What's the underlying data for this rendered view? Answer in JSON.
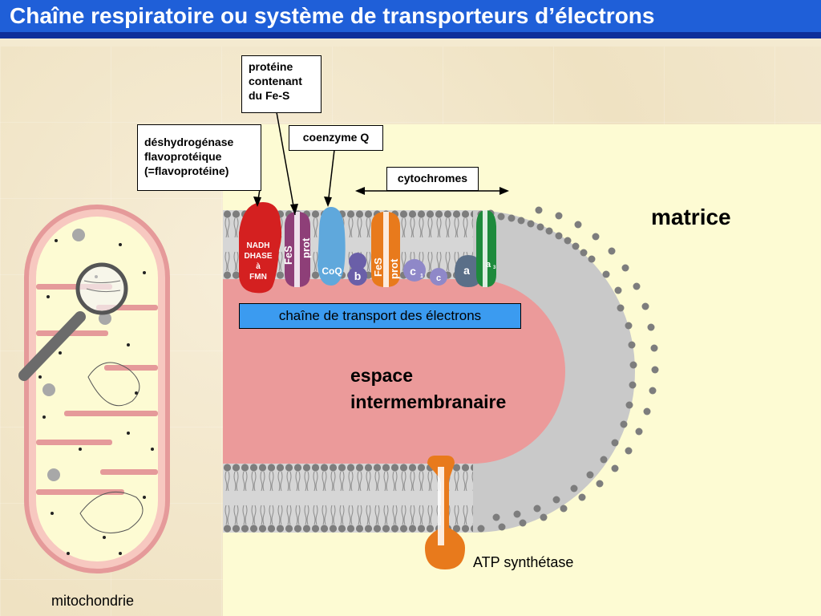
{
  "title": "Chaîne respiratoire ou système de transporteurs d’électrons",
  "labels": {
    "fes_protein": [
      "protéine",
      "contenant",
      "du Fe-S"
    ],
    "dehydrogenase": [
      "déshydrogénase",
      "flavoprotéique",
      "(=flavoprotéine)"
    ],
    "coenzyme": "coenzyme Q",
    "cytochromes": "cytochromes",
    "matrice": "matrice",
    "chain": "chaîne de transport des électrons",
    "espace": [
      "espace",
      "intermembranaire"
    ],
    "atp": "ATP synthétase",
    "mitochondrie": "mitochondrie"
  },
  "proteins": {
    "nadh": [
      "NADH",
      "DHASE",
      "à",
      "FMN"
    ],
    "fes": "FeS",
    "prot": "prot",
    "coq": "CoQ",
    "b": "b",
    "c1": "c",
    "c1_sub": "1",
    "c": "c",
    "a": "a",
    "a3": "a",
    "a3_sub": "3"
  },
  "colors": {
    "title_bg": "#1f5fd8",
    "matrix": "#fdfbd3",
    "intermembrane": "#eb9a9a",
    "membrane": "#8a8a8a",
    "nadh": "#d42020",
    "fes_prot": "#8e3f78",
    "coq": "#5fa8dc",
    "cyt_b": "#6a5fa8",
    "orange": "#e87a1c",
    "cyt_c": "#8f88c8",
    "cyt_a": "#5a6f88",
    "cyt_a3": "#1e8a3c"
  }
}
